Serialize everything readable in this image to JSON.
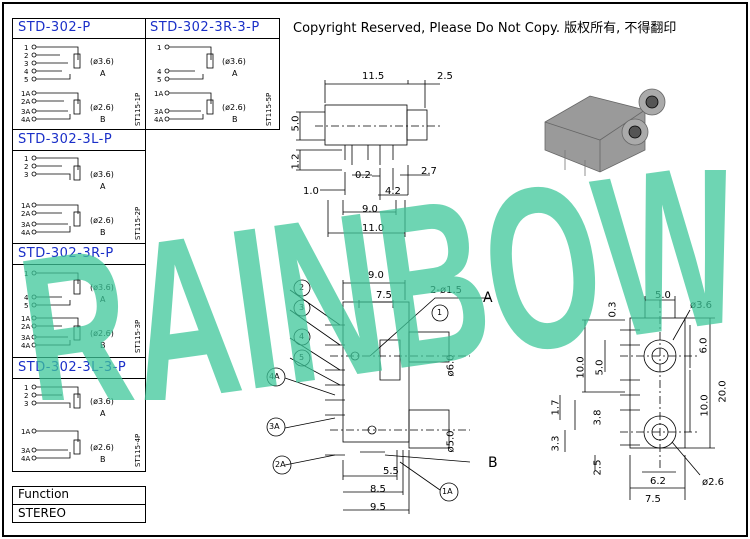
{
  "copyright": "Copyright Reserved, Please Do Not Copy. 版权所有, 不得翻印",
  "watermark": "RAINBOW",
  "colors": {
    "accent": "#1a2fc8",
    "watermark": "#3ec79a"
  },
  "panels": [
    {
      "title": "STD-302-P",
      "code": "ST115-1P",
      "pins_top": [
        "1",
        "2",
        "3",
        "4",
        "5"
      ],
      "pins_bottom": [
        "1A",
        "2A",
        "3A",
        "4A"
      ],
      "dia_a": "(ø3.6)",
      "label_a": "A",
      "dia_b": "(ø2.6)",
      "label_b": "B"
    },
    {
      "title": "STD-302-3R-3-P",
      "code": "ST115-5P",
      "pins_top": [
        "1",
        "4",
        "5"
      ],
      "pins_bottom": [
        "1A",
        "3A",
        "4A"
      ],
      "dia_a": "(ø3.6)",
      "label_a": "A",
      "dia_b": "(ø2.6)",
      "label_b": "B"
    },
    {
      "title": "STD-302-3L-P",
      "code": "ST115-2P",
      "pins_top": [
        "1",
        "2",
        "3"
      ],
      "pins_bottom": [
        "1A",
        "2A",
        "3A",
        "4A"
      ],
      "dia_a": "(ø3.6)",
      "label_a": "A",
      "dia_b": "(ø2.6)",
      "label_b": "B"
    },
    {
      "title": "STD-302-3R-P",
      "code": "ST115-3P",
      "pins_top": [
        "1",
        "4",
        "5"
      ],
      "pins_bottom": [
        "1A",
        "2A",
        "3A",
        "4A"
      ],
      "dia_a": "(ø3.6)",
      "label_a": "A",
      "dia_b": "(ø2.6)",
      "label_b": "B"
    },
    {
      "title": "STD-302-3L-3-P",
      "code": "ST115-4P",
      "pins_top": [
        "1",
        "2",
        "3"
      ],
      "pins_bottom": [
        "1A",
        "3A",
        "4A"
      ],
      "dia_a": "(ø3.6)",
      "label_a": "A",
      "dia_b": "(ø2.6)",
      "label_b": "B"
    }
  ],
  "function_label": "Function",
  "function_value": "STEREO",
  "side_view": {
    "d1": "11.5",
    "d2": "2.5",
    "d3": "5.0",
    "d4": "1.2",
    "d5": "0.2",
    "d6": "2.7",
    "d7": "1.0",
    "d8": "4.2",
    "d9": "9.0",
    "d10": "11.0"
  },
  "top_view": {
    "d1": "9.0",
    "d2": "7.5",
    "d3": "2-ø1.5",
    "d4": "A",
    "d5": "ø6.0",
    "d6": "ø5.0",
    "d7": "5.5",
    "d8": "8.5",
    "d9": "9.5",
    "d10": "B",
    "callouts": [
      "2",
      "3",
      "4",
      "5",
      "4A",
      "3A",
      "2A",
      "1",
      "1A"
    ]
  },
  "front_view": {
    "d1": "5.0",
    "d2": "0.3",
    "d3": "ø3.6",
    "d4": "6.0",
    "d5": "10.0",
    "d6": "5.0",
    "d7": "10.0",
    "d8": "20.0",
    "d9": "1.7",
    "d10": "3.8",
    "d11": "3.3",
    "d12": "2.5",
    "d13": "6.2",
    "d14": "ø2.6",
    "d15": "7.5"
  }
}
